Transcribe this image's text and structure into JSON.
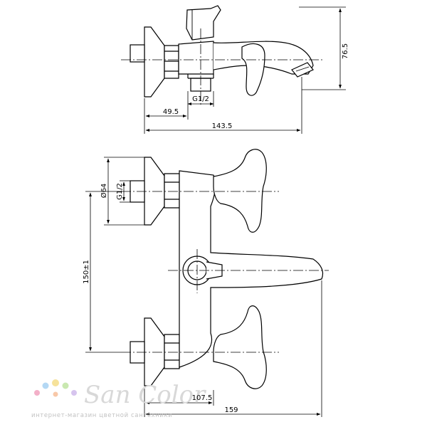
{
  "dimensions": {
    "top_height": "76.5",
    "inlet_offset": "49.5",
    "spout_length": "143.5",
    "thread_top": "G1/2",
    "thread_side": "G1/2",
    "flange_diameter": "Ø64",
    "center_distance": "150±1",
    "body_depth": "107.5",
    "total_depth": "159"
  },
  "watermark": {
    "brand": "San Color",
    "tagline": "интернет-магазин цветной сантехники",
    "dot_colors": [
      "#f3b0c8",
      "#b4d8f4",
      "#f6e29a",
      "#c9e8b0",
      "#d6c4ee",
      "#f8c8a8"
    ]
  }
}
